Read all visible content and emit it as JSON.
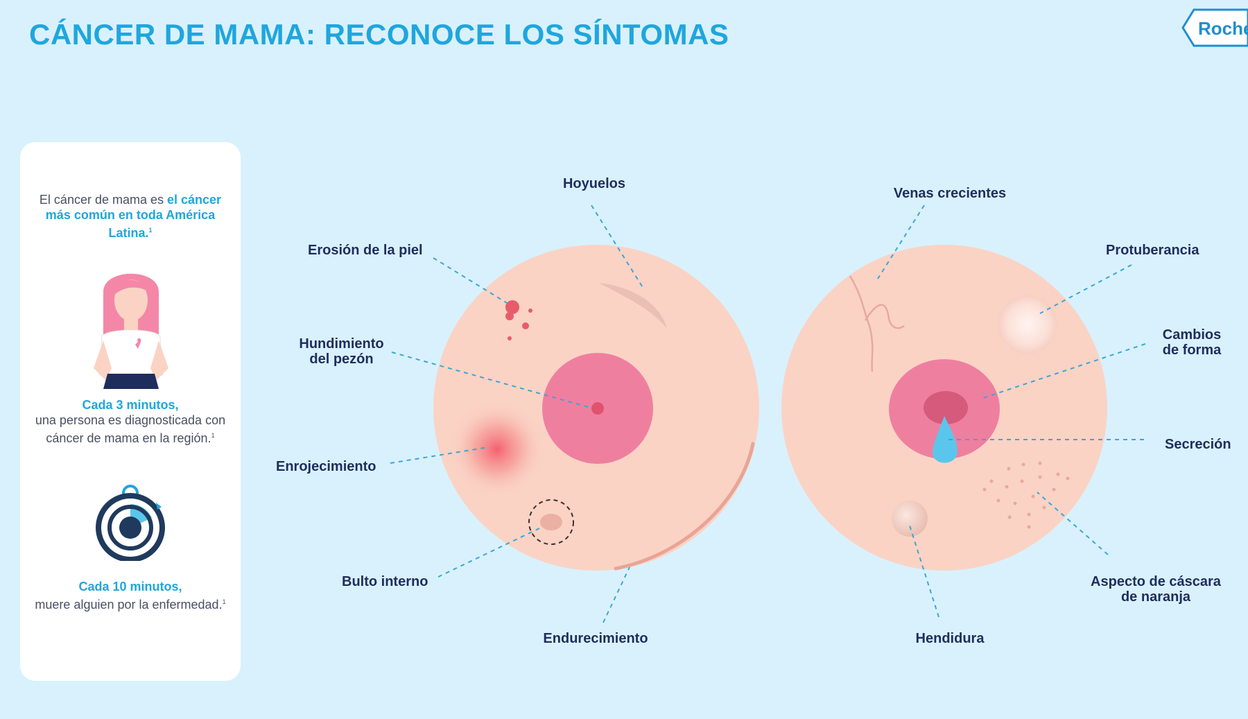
{
  "title": "CÁNCER DE MAMA: RECONOCE LOS SÍNTOMAS",
  "logo": {
    "text": "Roche"
  },
  "colors": {
    "background": "#d9f1fc",
    "title": "#1fa6de",
    "label": "#1f2d5c",
    "skin": "#fad3c5",
    "areola": "#ef7f9f",
    "discharge": "#5bc6ec"
  },
  "panel": {
    "intro_plain": "El cáncer de mama es ",
    "intro_highlight": "el cáncer más común en toda América Latina.",
    "intro_ref": "1",
    "stat1_lead": "Cada 3 minutos,",
    "stat1_text": "una persona es diagnosticada con cáncer de mama en la región.",
    "stat1_ref": "1",
    "stat2_lead": "Cada 10 minutos,",
    "stat2_text": "muere alguien por la enfermedad.",
    "stat2_ref": "1",
    "icons": [
      "woman-illustration-icon",
      "stopwatch-icon"
    ]
  },
  "labels": {
    "hoyuelos": "Hoyuelos",
    "erosion": "Erosión de la piel",
    "hundimiento_1": "Hundimiento",
    "hundimiento_2": "del pezón",
    "enrojecimiento": "Enrojecimiento",
    "bulto": "Bulto interno",
    "endurecimiento": "Endurecimiento",
    "venas": "Venas crecientes",
    "protuberancia": "Protuberancia",
    "cambios_1": "Cambios",
    "cambios_2": "de forma",
    "secrecion": "Secreción",
    "aspecto_1": "Aspecto de cáscara",
    "aspecto_2": "de naranja",
    "hendidura": "Hendidura"
  }
}
